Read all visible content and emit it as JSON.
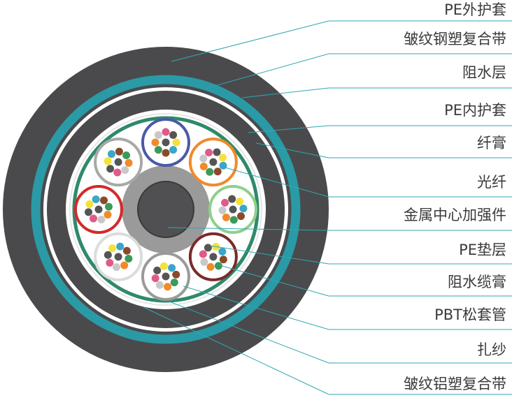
{
  "labels": {
    "pe_outer_sheath": "PE外护套",
    "corrugated_steel_tape": "皱纹钢塑复合带",
    "water_blocking_layer": "阻水层",
    "pe_inner_sheath": "PE内护套",
    "fiber_jelly": "纤膏",
    "optical_fiber": "光纤",
    "metal_strength_member": "金属中心加强件",
    "pe_bedding": "PE垫层",
    "water_blocking_compound": "阻水缆膏",
    "pbt_loose_tube": "PBT松套管",
    "binder_yarn": "扎纱",
    "corrugated_aluminum_tape": "皱纹铝塑复合带"
  },
  "colors": {
    "outer_sheath": "#4a4a4c",
    "steel_tape": "#2a9aa6",
    "inner_sheath": "#4a4a4c",
    "core_ring": "#2e8a6a",
    "strength_member_pad": "#9a9a9a",
    "strength_member": "#505052",
    "leader_line": "#2fa7b0"
  },
  "loose_tube_colors": [
    "#4a5aa8",
    "#f08a2a",
    "#8fd08a",
    "#7a2a2a",
    "#9a9a9a",
    "#dcdcdc",
    "#d32a2a",
    "#a8a8a8"
  ],
  "fiber_colors": [
    "#f4e23a",
    "#3aa6c8",
    "#8a4a2a",
    "#3a9a5a",
    "#f08a2a",
    "#c8c8c8",
    "#e05a8a",
    "#555555"
  ]
}
